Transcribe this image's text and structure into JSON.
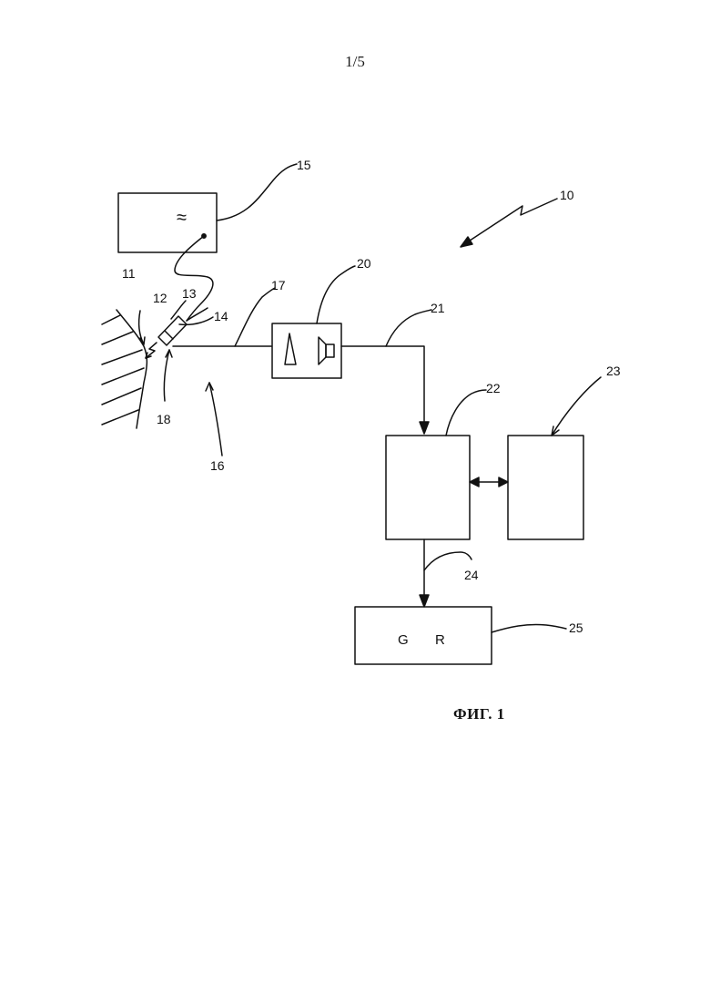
{
  "page": {
    "number": "1/5",
    "figure_caption": "ФИГ. 1"
  },
  "diagram": {
    "refs": {
      "r10": "10",
      "r11": "11",
      "r12": "12",
      "r13": "13",
      "r14": "14",
      "r15": "15",
      "r16": "16",
      "r17": "17",
      "r18": "18",
      "r20": "20",
      "r21": "21",
      "r22": "22",
      "r23": "23",
      "r24": "24",
      "r25": "25"
    },
    "generator_symbol": "≈",
    "output_box": {
      "label_g": "G",
      "label_r": "R"
    }
  }
}
